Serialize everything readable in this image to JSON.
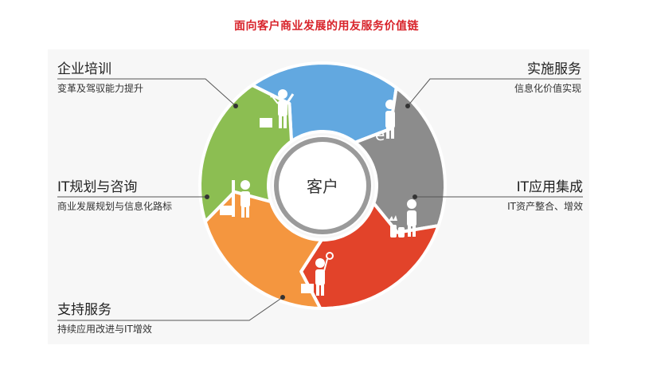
{
  "title": "面向客户商业发展的用友服务价值链",
  "center_label": "客户",
  "segments": [
    {
      "key": "training",
      "heading": "企业培训",
      "sub": "变革及驾驭能力提升",
      "color": "#62a8e0"
    },
    {
      "key": "implementation",
      "heading": "实施服务",
      "sub": "信息化价值实现",
      "color": "#8c8c8c"
    },
    {
      "key": "integration",
      "heading": "IT应用集成",
      "sub": "IT资产整合、增效",
      "color": "#e2432a"
    },
    {
      "key": "support",
      "heading": "支持服务",
      "sub": "持续应用改进与IT增效",
      "color": "#f4963f"
    },
    {
      "key": "planning",
      "heading": "IT规划与咨询",
      "sub": "商业发展规划与信息化路标",
      "color": "#8cbe52"
    }
  ],
  "icon_letter": "e"
}
